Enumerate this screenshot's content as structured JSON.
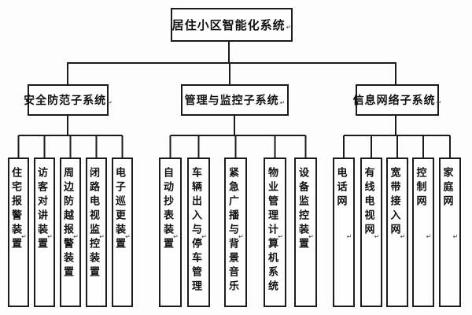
{
  "diagram": {
    "root": {
      "label": "居住小区智能化系统"
    },
    "branches": [
      {
        "label": "安全防范子系统",
        "children": [
          "住宅报警装置",
          "访客对讲装置",
          "周边防越报警装置",
          "闭路电视监控装置",
          "电子巡更装置"
        ]
      },
      {
        "label": "管理与监控子系统",
        "children": [
          "自动抄表装置",
          "车辆出入与停车管理",
          "紧急广播与背景音乐",
          "物业管理计算机系统",
          "设备监控装置"
        ]
      },
      {
        "label": "信息网络子系统",
        "children": [
          "电话网",
          "有线电视网",
          "宽带接入网",
          "控制网",
          "家庭网"
        ]
      }
    ],
    "paragraph_mark": "↵"
  },
  "colors": {
    "line": "#1b1b1b",
    "background": "#fdfdfd",
    "box_bg": "#fefefe"
  }
}
